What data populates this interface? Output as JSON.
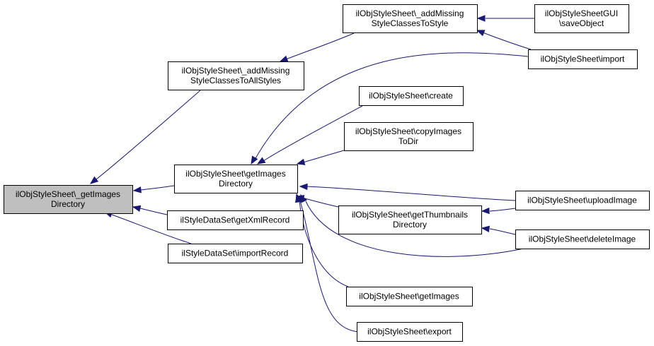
{
  "colors": {
    "edge": "#191970",
    "focus_fill": "#bfbfbf",
    "node_fill": "#ffffff",
    "node_border": "#000000"
  },
  "nodes": [
    {
      "id": "getImagesDirectoryPrivate",
      "lines": [
        "ilObjStyleSheet\\_getImages",
        "Directory"
      ],
      "focus": true
    },
    {
      "id": "addMissingToAll",
      "lines": [
        "ilObjStyleSheet\\_addMissing",
        "StyleClassesToAllStyles"
      ]
    },
    {
      "id": "getImagesDirectory",
      "lines": [
        "ilObjStyleSheet\\getImages",
        "Directory"
      ]
    },
    {
      "id": "getXmlRecord",
      "lines": [
        "ilStyleDataSet\\getXmlRecord"
      ]
    },
    {
      "id": "importRecord",
      "lines": [
        "ilStyleDataSet\\importRecord"
      ]
    },
    {
      "id": "addMissingToStyle",
      "lines": [
        "ilObjStyleSheet\\_addMissing",
        "StyleClassesToStyle"
      ]
    },
    {
      "id": "create",
      "lines": [
        "ilObjStyleSheet\\create"
      ]
    },
    {
      "id": "copyImagesToDir",
      "lines": [
        "ilObjStyleSheet\\copyImages",
        "ToDir"
      ]
    },
    {
      "id": "getThumbnailsDirectory",
      "lines": [
        "ilObjStyleSheet\\getThumbnails",
        "Directory"
      ]
    },
    {
      "id": "getImages",
      "lines": [
        "ilObjStyleSheet\\getImages"
      ]
    },
    {
      "id": "export",
      "lines": [
        "ilObjStyleSheet\\export"
      ]
    },
    {
      "id": "saveObject",
      "lines": [
        "ilObjStyleSheetGUI",
        "\\saveObject"
      ]
    },
    {
      "id": "import",
      "lines": [
        "ilObjStyleSheet\\import"
      ]
    },
    {
      "id": "uploadImage",
      "lines": [
        "ilObjStyleSheet\\uploadImage"
      ]
    },
    {
      "id": "deleteImage",
      "lines": [
        "ilObjStyleSheet\\deleteImage"
      ]
    }
  ],
  "edges": [
    {
      "from": "addMissingToAll",
      "to": "getImagesDirectoryPrivate"
    },
    {
      "from": "getImagesDirectory",
      "to": "getImagesDirectoryPrivate"
    },
    {
      "from": "getXmlRecord",
      "to": "getImagesDirectoryPrivate"
    },
    {
      "from": "importRecord",
      "to": "getImagesDirectoryPrivate"
    },
    {
      "from": "addMissingToStyle",
      "to": "addMissingToAll"
    },
    {
      "from": "saveObject",
      "to": "addMissingToStyle"
    },
    {
      "from": "import",
      "to": "addMissingToStyle"
    },
    {
      "from": "import",
      "to": "getImagesDirectory"
    },
    {
      "from": "create",
      "to": "getImagesDirectory"
    },
    {
      "from": "copyImagesToDir",
      "to": "getImagesDirectory"
    },
    {
      "from": "uploadImage",
      "to": "getImagesDirectory"
    },
    {
      "from": "getThumbnailsDirectory",
      "to": "getImagesDirectory"
    },
    {
      "from": "deleteImage",
      "to": "getImagesDirectory"
    },
    {
      "from": "getImages",
      "to": "getImagesDirectory"
    },
    {
      "from": "export",
      "to": "getImagesDirectory"
    },
    {
      "from": "uploadImage",
      "to": "getThumbnailsDirectory"
    },
    {
      "from": "deleteImage",
      "to": "getThumbnailsDirectory"
    }
  ]
}
